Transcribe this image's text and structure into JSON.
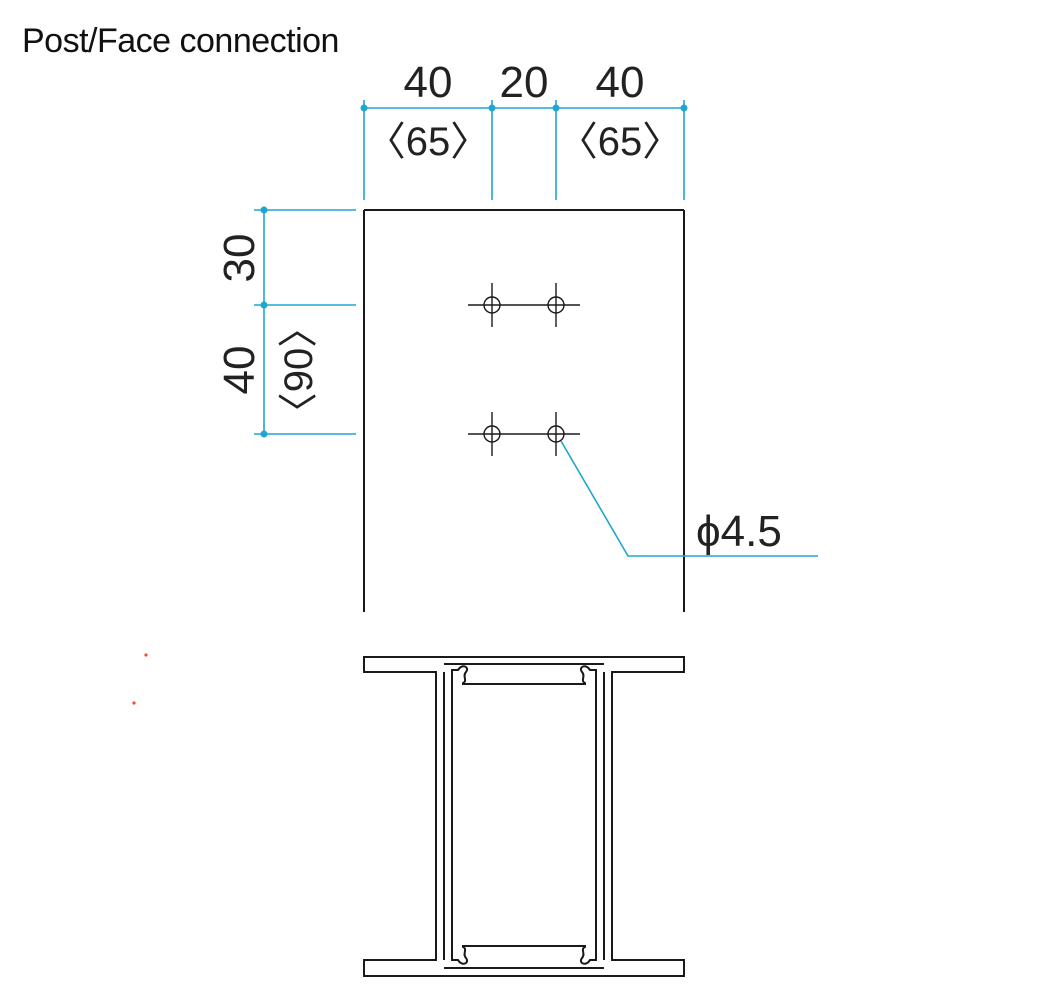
{
  "title": "Post/Face connection",
  "dimensions": {
    "top": [
      {
        "main": "40",
        "alt": "〈65〉"
      },
      {
        "main": "20",
        "alt": ""
      },
      {
        "main": "40",
        "alt": "〈65〉"
      }
    ],
    "left": [
      {
        "main": "30",
        "alt": ""
      },
      {
        "main": "40",
        "alt": "〈90〉"
      }
    ],
    "hole_label": "ϕ4.5"
  },
  "colors": {
    "dimension": "#1fa5cf",
    "outline": "#1a1a1a",
    "marker": "#e8502a"
  }
}
